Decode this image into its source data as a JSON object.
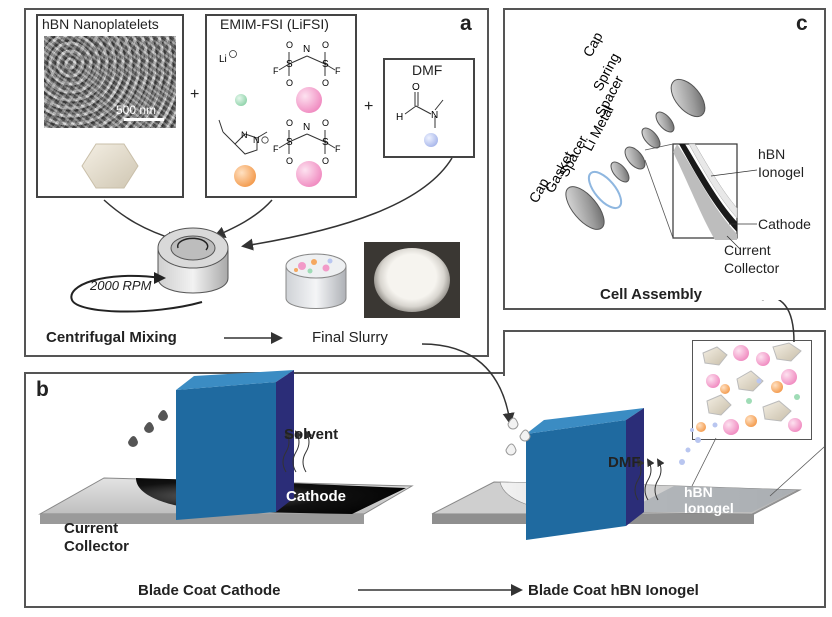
{
  "panels": {
    "a": "a",
    "b": "b",
    "c": "c"
  },
  "panel_a": {
    "hbn_title": "hBN Nanoplatelets",
    "scale_bar": "500 nm",
    "emim_title": "EMIM-FSI (LiFSI)",
    "li_label": "Li",
    "dmf_title": "DMF",
    "plus": "+",
    "rpm": "2000 RPM",
    "mixing_label": "Centrifugal Mixing",
    "slurry_label": "Final Slurry",
    "atoms": {
      "S": "S",
      "N": "N",
      "O": "O",
      "F": "F",
      "H": "H"
    }
  },
  "panel_b": {
    "solvent": "Solvent",
    "cathode": "Cathode",
    "current_collector_1": "Current",
    "current_collector_2": "Collector",
    "dmf": "DMF",
    "ionogel_1": "hBN",
    "ionogel_2": "Ionogel",
    "step1": "Blade Coat Cathode",
    "step2": "Blade Coat hBN Ionogel"
  },
  "panel_c": {
    "stack_labels": [
      "Cap",
      "Spring",
      "Spacer",
      "Li Metal",
      "Spacer",
      "Gasket",
      "Cap"
    ],
    "inset_hbn_1": "hBN",
    "inset_hbn_2": "Ionogel",
    "inset_cathode": "Cathode",
    "inset_cc_1": "Current",
    "inset_cc_2": "Collector",
    "title": "Cell Assembly"
  },
  "colors": {
    "blade_front": "#1f6aa0",
    "blade_top": "#3b8cc3",
    "blade_side": "#2b2d78",
    "sphere_pink": "#f29ac8",
    "sphere_orange": "#f5a860",
    "sphere_green": "#9fdcb6",
    "sphere_blue": "#b9c6f0",
    "substrate": "#d9d9d9"
  }
}
